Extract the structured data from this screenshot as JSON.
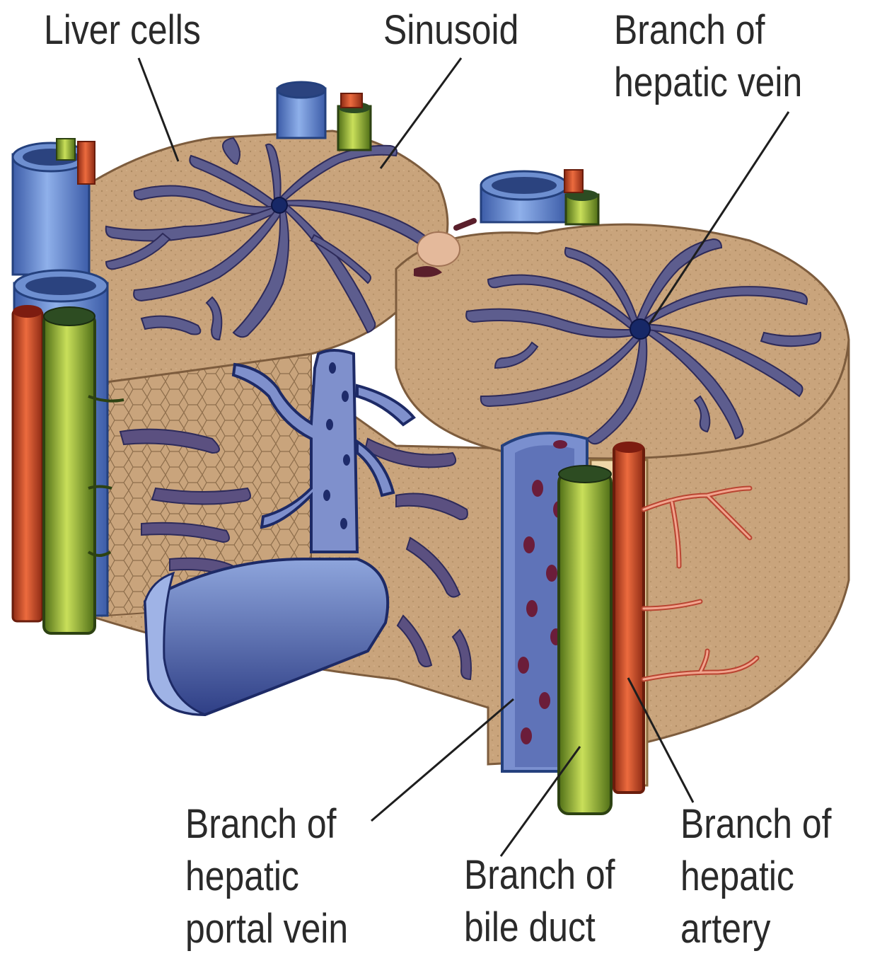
{
  "labels": {
    "liver_cells": [
      "Liver cells"
    ],
    "sinusoid": [
      "Sinusoid"
    ],
    "hepatic_vein": [
      "Branch of",
      "hepatic vein"
    ],
    "portal_vein": [
      "Branch of",
      "hepatic",
      "portal vein"
    ],
    "bile_duct": [
      "Branch of",
      "bile duct"
    ],
    "hepatic_artery": [
      "Branch of",
      "hepatic",
      "artery"
    ]
  },
  "colors": {
    "tissue": "#c8a27a",
    "tissue_dark": "#a47c57",
    "sinusoid": "#5a5a88",
    "vein_blue": "#6d8fd0",
    "vein_inner": "#4e63a8",
    "bile_green": "#9ab83a",
    "artery_red": "#d2502e",
    "leader_line": "#1e1e1e"
  }
}
